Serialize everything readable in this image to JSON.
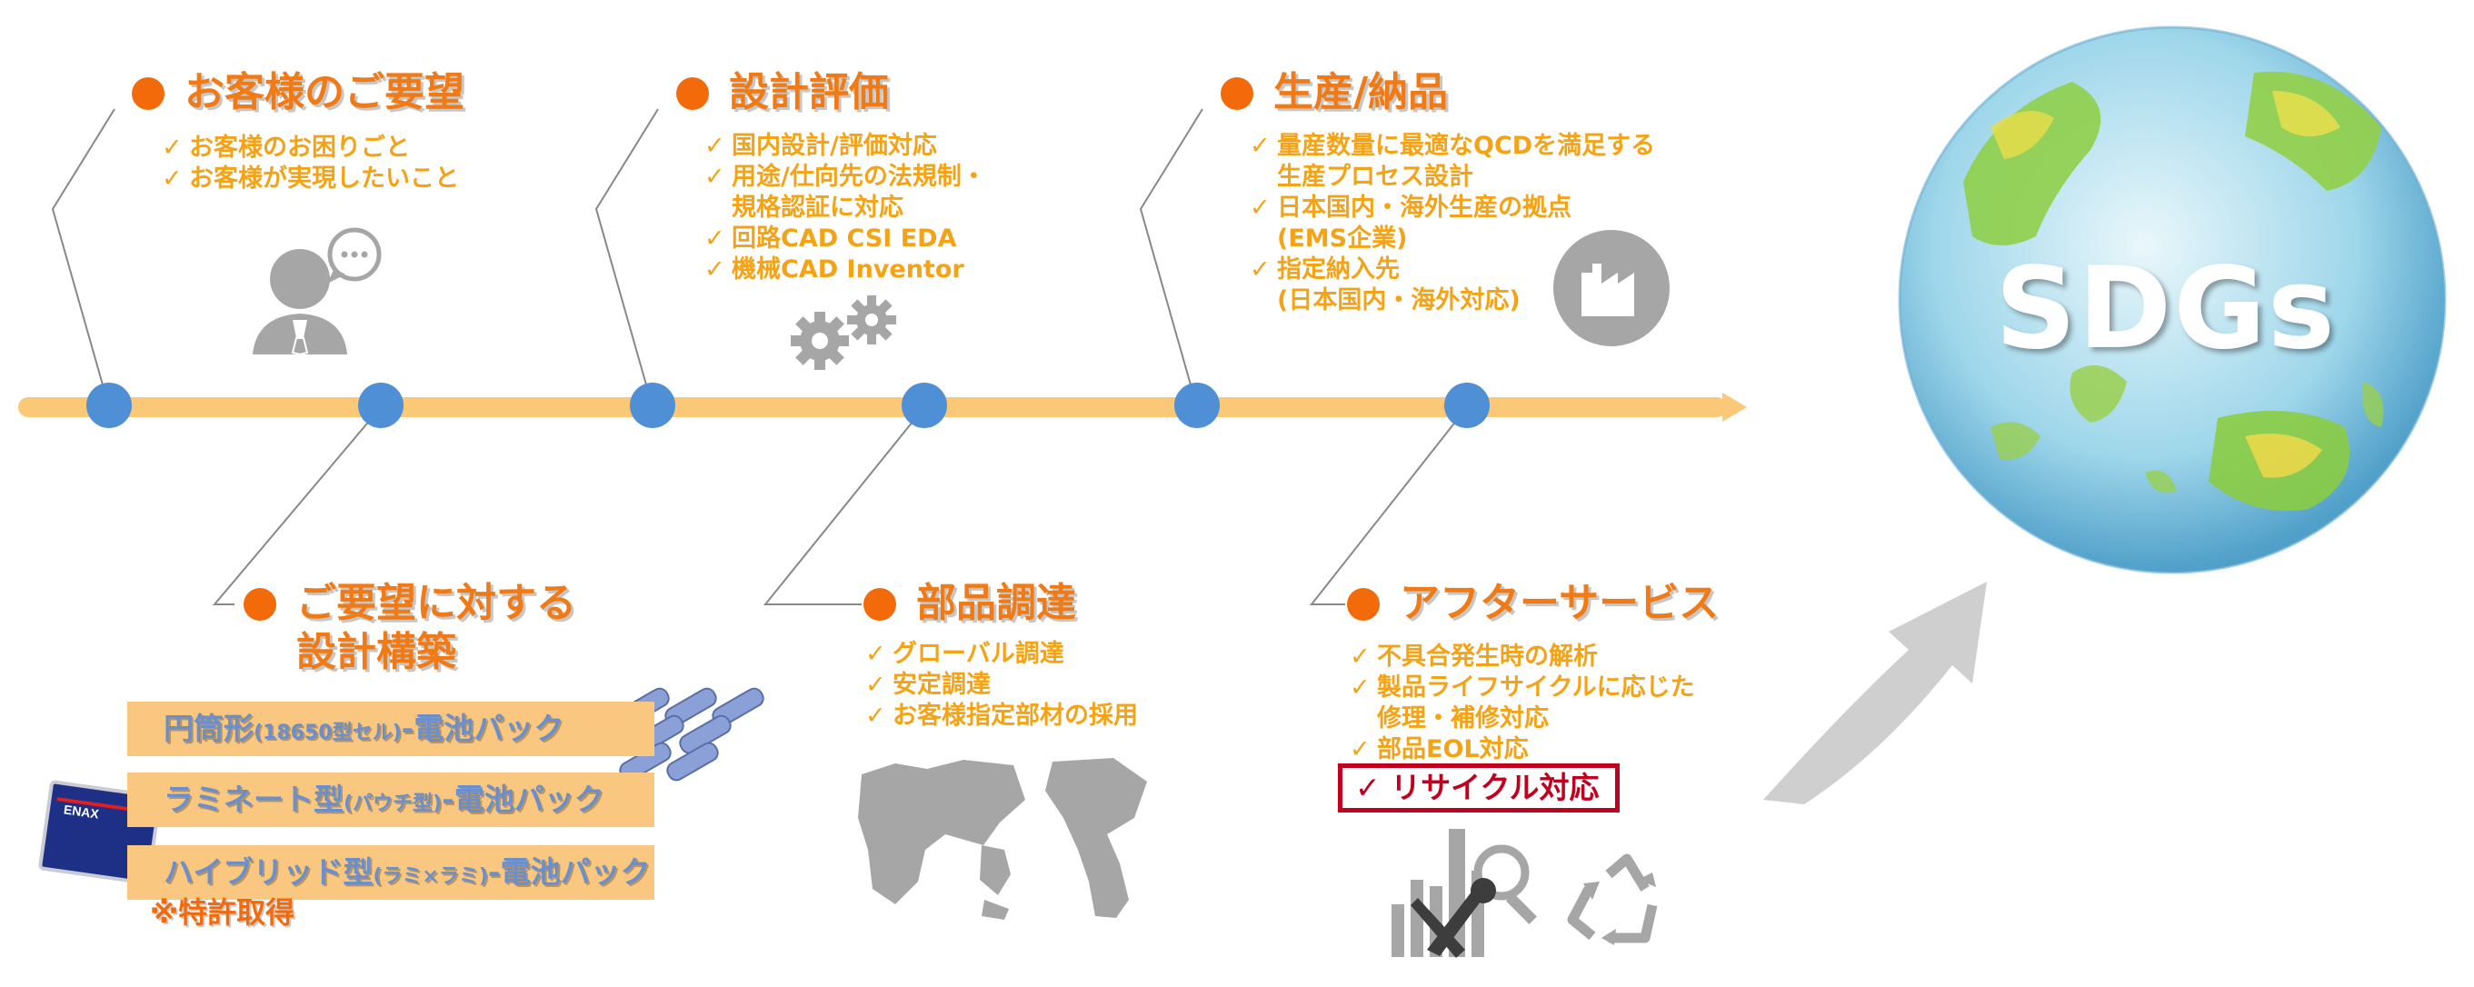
{
  "stages": {
    "customer_request": {
      "title": "お客様のご要望",
      "bullets": [
        "お客様のお困りごと",
        "お客様が実現したいこと"
      ]
    },
    "design_eval": {
      "title": "設計評価",
      "bullets": [
        "国内設計/評価対応",
        "用途/仕向先の法規制・\n規格認証に対応",
        "回路CAD CSI EDA",
        "機械CAD Inventor"
      ]
    },
    "production": {
      "title": "生産/納品",
      "bullets": [
        "量産数量に最適なQCDを満足する\n生産プロセス設計",
        "日本国内・海外生産の拠点\n(EMS企業)",
        "指定納入先\n(日本国内・海外対応)"
      ]
    },
    "design_proposal": {
      "title_line1": "ご要望に対する",
      "title_line2": "設計構築",
      "packs": [
        {
          "main": "円筒形",
          "small": "(18650型セル)",
          "suffix": "-電池パック"
        },
        {
          "main": "ラミネート型",
          "small": "(パウチ型)",
          "suffix": "-電池パック"
        },
        {
          "main": "ハイブリッド型",
          "small": "(ラミ×ラミ)",
          "suffix": "-電池パック"
        }
      ],
      "patent": "※特許取得",
      "product_label": "ENAX"
    },
    "procurement": {
      "title": "部品調達",
      "bullets": [
        "グローバル調達",
        "安定調達",
        "お客様指定部材の採用"
      ]
    },
    "after_service": {
      "title": "アフターサービス",
      "bullets": [
        "不具合発生時の解析",
        "製品ライフサイクルに応じた\n修理・補修対応",
        "部品EOL対応"
      ],
      "highlight": "✓ リサイクル対応"
    }
  },
  "goal": {
    "label": "SDGs"
  },
  "check_mark": "✓",
  "colors": {
    "orange_title": "#f07b16",
    "bullet_text": "#f5a316",
    "dot": "#f26a0a",
    "timeline": "#fbc877",
    "node": "#4f8fd6",
    "icon_gray": "#a6a6a6",
    "highlight_red": "#c0001d"
  }
}
